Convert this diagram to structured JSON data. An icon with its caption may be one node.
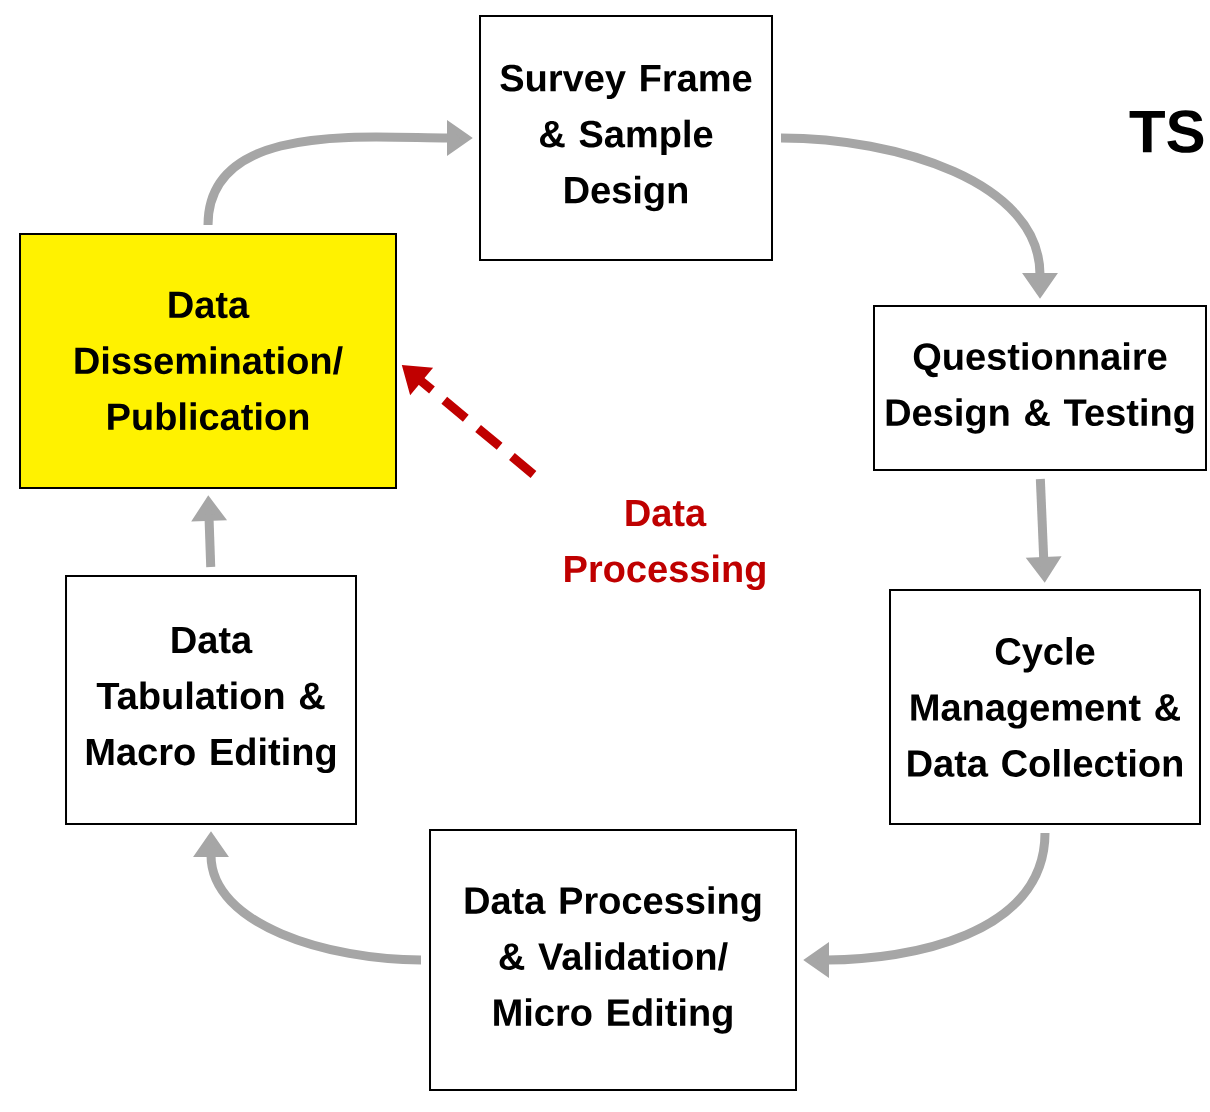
{
  "diagram": {
    "nodes": [
      {
        "text": [
          "Survey Frame & Sample Design"
        ]
      },
      {
        "text": [
          "Questionnaire Design & Testing"
        ]
      },
      {
        "text": [
          "Cycle Management & Data Collection"
        ]
      },
      {
        "text": [
          "Data Processing & Validation/ Micro Editing"
        ]
      },
      {
        "text": [
          "Data Tabulation & Macro Editing"
        ]
      },
      {
        "text": [
          "Data Dissemination/ Publication"
        ]
      },
      {
        "text": [
          "Data Processing"
        ]
      }
    ],
    "edges": [
      {
        "from": 5,
        "to": 0,
        "arrow": "to"
      },
      {
        "from": 0,
        "to": 1,
        "arrow": "to"
      },
      {
        "from": 1,
        "to": 2,
        "arrow": "to"
      },
      {
        "from": 2,
        "to": 3,
        "arrow": "to"
      },
      {
        "from": 3,
        "to": 4,
        "arrow": "to"
      },
      {
        "from": 4,
        "to": 5,
        "arrow": "to"
      },
      {
        "from": 6,
        "to": 5,
        "arrow": "to",
        "style": "dashed",
        "color": "#c00000"
      }
    ],
    "labels": [
      "TS"
    ]
  }
}
